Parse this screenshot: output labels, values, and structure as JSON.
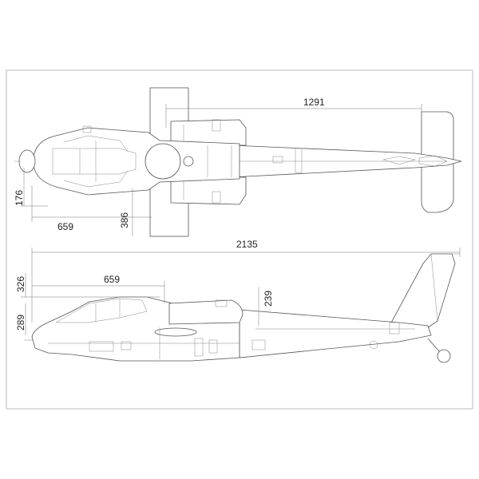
{
  "dimensions": {
    "top_view": {
      "tail_length": "1291",
      "fuselage_width": "176",
      "nose_to_pylon": "659",
      "wing_span_half": "386"
    },
    "side_view": {
      "overall_length": "2135",
      "canopy_length": "659",
      "height_total": "326",
      "height_body": "289",
      "engine_height": "239"
    }
  },
  "colors": {
    "line": "#555555",
    "frame": "#bbbbbb",
    "background": "#ffffff"
  }
}
